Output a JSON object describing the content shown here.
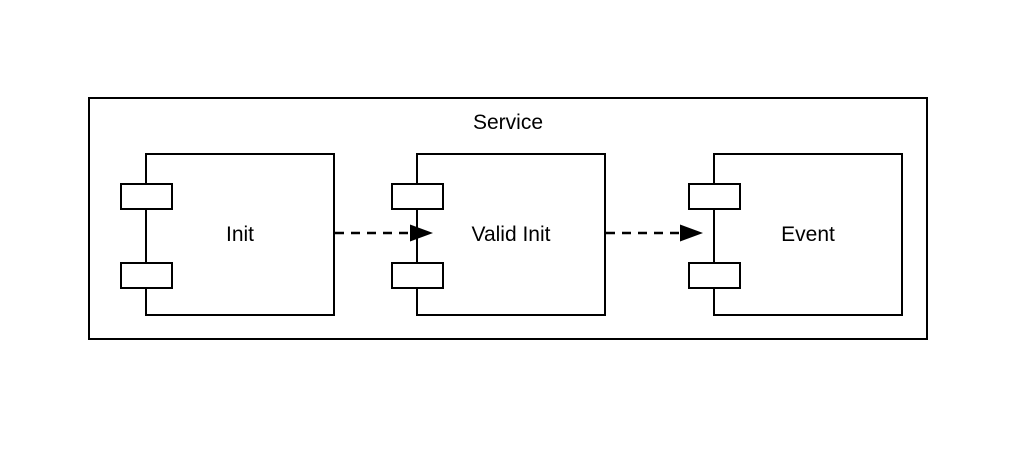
{
  "diagram": {
    "type": "uml-component-diagram",
    "title": "Service",
    "components": [
      {
        "id": "init",
        "label": "Init"
      },
      {
        "id": "valid-init",
        "label": "Valid Init"
      },
      {
        "id": "event",
        "label": "Event"
      }
    ],
    "connections": [
      {
        "from": "Init",
        "to": "Valid Init",
        "style": "dashed-arrow"
      },
      {
        "from": "Valid Init",
        "to": "Event",
        "style": "dashed-arrow"
      }
    ],
    "colors": {
      "stroke": "#000000",
      "fill": "#ffffff",
      "text": "#000000"
    }
  }
}
